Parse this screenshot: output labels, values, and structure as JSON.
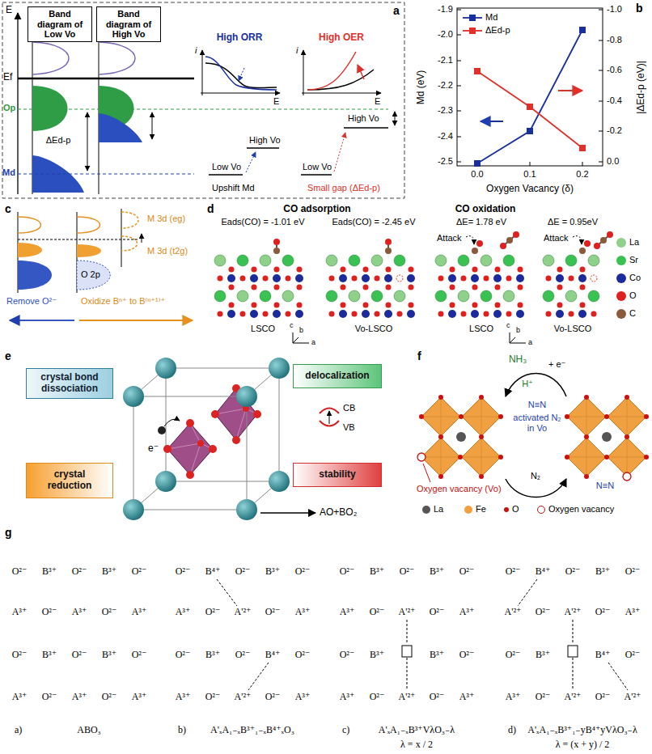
{
  "diagram": {
    "nodes": [
      {
        "text": [
          "Band diagram of Low Vo"
        ]
      },
      {
        "text": [
          "Band diagram of High Vo"
        ]
      },
      {
        "text": [
          "crystal bond dissociation"
        ]
      },
      {
        "text": [
          "delocalization"
        ]
      },
      {
        "text": [
          "crystal reduction"
        ]
      },
      {
        "text": [
          "stability"
        ]
      }
    ],
    "labels": [
      "a",
      "E",
      "Ef",
      "Op",
      "Md",
      "ΔEd-p",
      "High ORR",
      "High OER",
      "i",
      "E",
      "i",
      "E",
      "High Vo",
      "Low Vo",
      "High Vo",
      "Low Vo",
      "Upshift Md",
      "Small gap (ΔEd-p)",
      "b",
      "-1.9",
      "-2.0",
      "-2.1",
      "-2.2",
      "-2.3",
      "-2.4",
      "-2.5",
      "-1.0",
      "-0.8",
      "-0.6",
      "-0.4",
      "-0.2",
      "0.0",
      "0.0",
      "0.1",
      "0.2",
      "Md (eV)",
      "|ΔEd-p (eV)|",
      "Oxygen Vacancy (δ)",
      "c",
      "M 3d (eg)",
      "M 3d (t2g)",
      "O 2p",
      "Remove O²⁻",
      "Oxidize Bⁿ⁺ to B⁽ⁿ⁺¹⁾⁺",
      "d",
      "CO adsorption",
      "CO oxidation",
      "Eads(CO) = -1.01 eV",
      "Eads(CO) = -2.45 eV",
      "ΔE= 1.78 eV",
      "ΔE = 0.95eV",
      "Attack",
      "Attack",
      "LSCO",
      "Vo-LSCO",
      "LSCO",
      "Vo-LSCO",
      "c",
      "b",
      "a",
      "c",
      "b",
      "a",
      "e",
      "CB",
      "VB",
      "e⁻",
      "AO+BO₂",
      "f",
      "NH₃",
      "+ e⁻",
      "H⁺",
      "N≡N",
      "activated N₂ in Vo",
      "N₂",
      "N≡N",
      "Oxygen vacancy (Vo)",
      "g",
      "O²⁻",
      "B³⁺",
      "O²⁻",
      "B³⁺",
      "O²⁻",
      "A³⁺",
      "O²⁻",
      "A³⁺",
      "O²⁻",
      "A³⁺",
      "O²⁻",
      "B³⁺",
      "O²⁻",
      "B³⁺",
      "O²⁻",
      "A³⁺",
      "O²⁻",
      "A³⁺",
      "O²⁻",
      "A³⁺",
      "a)",
      "ABO₃",
      "O²⁻",
      "B⁴⁺",
      "O²⁻",
      "B³⁺",
      "O²⁻",
      "A³⁺",
      "O²⁻",
      "A'²⁺",
      "O²⁻",
      "A³⁺",
      "O²⁻",
      "B³⁺",
      "O²⁻",
      "B⁴⁺",
      "O²⁻",
      "A³⁺",
      "O²⁻",
      "A'²⁺",
      "O²⁻",
      "A³⁺",
      "b)",
      "A'ₓA₁₋ₓB³⁺₁₋ₓB⁴⁺ₓO₃",
      "O²⁻",
      "B³⁺",
      "O²⁻",
      "B³⁺",
      "O²⁻",
      "A³⁺",
      "O²⁻",
      "A'²⁺",
      "O²⁻",
      "A³⁺",
      "O²⁻",
      "B³⁺",
      "B³⁺",
      "O²⁻",
      "A³⁺",
      "O²⁻",
      "A'²⁺",
      "O²⁻",
      "A³⁺",
      "c)",
      "A'ₓA₁₋ₓB³⁺VλO₃₋λ",
      "λ = x / 2",
      "O²⁻",
      "B⁴⁺",
      "O²⁻",
      "B³⁺",
      "O²⁻",
      "A'²⁺",
      "O²⁻",
      "A'²⁺",
      "O²⁻",
      "A³⁺",
      "O²⁻",
      "B³⁺",
      "B⁴⁺",
      "O²⁻",
      "A³⁺",
      "O²⁻",
      "A'²⁺",
      "O²⁻",
      "A'²⁺",
      "d)",
      "A'ₓA₁₋ₓB³⁺₁₋yB⁴⁺yVλO₃₋λ",
      "λ = (x + y) / 2"
    ],
    "legend": [
      {
        "text": "La",
        "color": "#8fd08a"
      },
      {
        "text": "Sr",
        "color": "#39c152"
      },
      {
        "text": "Co",
        "color": "#1b2a9c"
      },
      {
        "text": "O",
        "color": "#e0201c"
      },
      {
        "text": "C",
        "color": "#8b5a3a"
      },
      {
        "text": "La",
        "color": "#555555"
      },
      {
        "text": "Fe",
        "color": "#f0a040"
      },
      {
        "text": "O",
        "color": "#cc1010"
      },
      {
        "text": "Oxygen vacancy"
      },
      {
        "text": "Md"
      },
      {
        "text": "ΔEd-p"
      }
    ]
  }
}
